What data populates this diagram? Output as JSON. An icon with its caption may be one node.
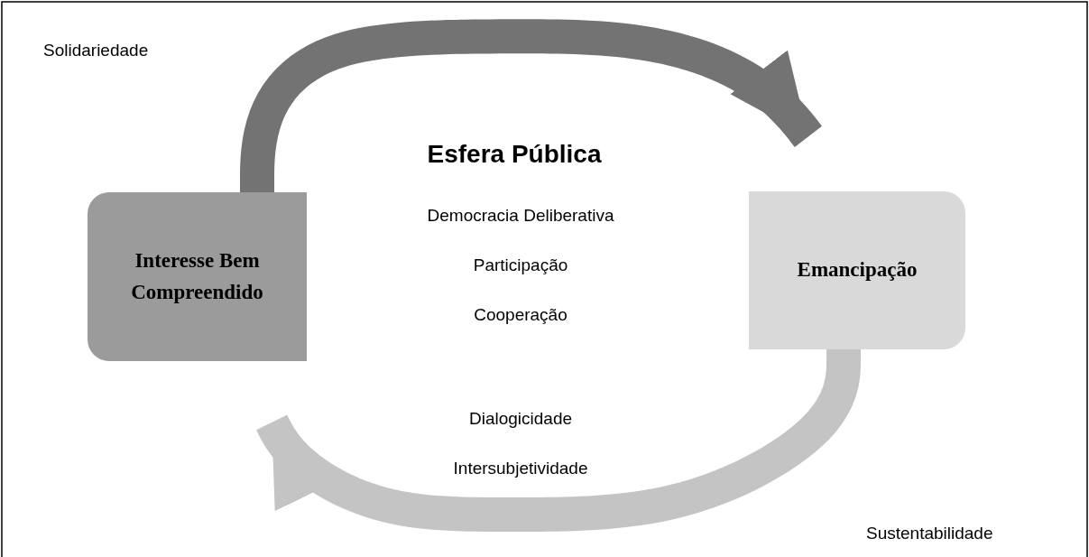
{
  "diagram": {
    "nodes": [
      {
        "text": [
          "Interesse Bem Compreendido"
        ]
      },
      {
        "text": [
          "Emancipação"
        ]
      }
    ],
    "edges": [
      {
        "from": 0,
        "to": 1,
        "arrow": "to",
        "color": "#737373"
      },
      {
        "from": 1,
        "to": 0,
        "arrow": "to",
        "color": "#c4c4c4"
      }
    ],
    "labels": [
      "Solidariedade",
      "Esfera Pública",
      "Democracia Deliberativa",
      "Participação",
      "Cooperação",
      "Dialogicidade",
      "Intersubjetividade",
      "Sustentabilidade"
    ]
  }
}
